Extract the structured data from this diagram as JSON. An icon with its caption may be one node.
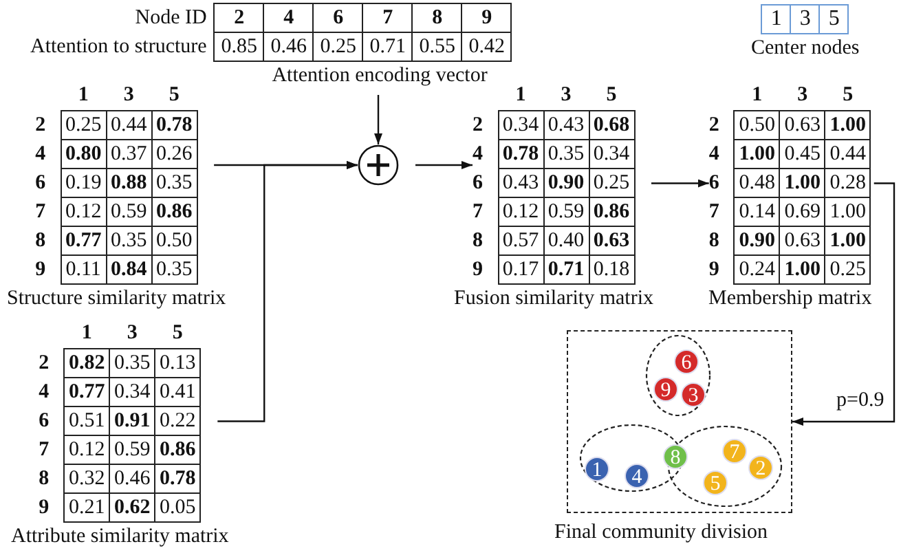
{
  "diagram": {
    "nodes": [
      {
        "text": [
          "Node ID",
          "2",
          "4",
          "6",
          "7",
          "8",
          "9",
          "Attention to structure",
          "0.85",
          "0.46",
          "0.25",
          "0.71",
          "0.55",
          "0.42",
          "Attention encoding vector"
        ]
      },
      {
        "text": [
          "1",
          "3",
          "5",
          "Center nodes"
        ]
      },
      {
        "text": [
          "1",
          "3",
          "5",
          "2",
          "0.25",
          "0.44",
          "**0.78**",
          "4",
          "**0.80**",
          "0.37",
          "0.26",
          "6",
          "0.19",
          "**0.88**",
          "0.35",
          "7",
          "0.12",
          "0.59",
          "**0.86**",
          "8",
          "**0.77**",
          "0.35",
          "0.50",
          "9",
          "0.11",
          "**0.84**",
          "0.35",
          "Structure similarity matrix"
        ]
      },
      {
        "text": [],
        "shape": "circle"
      },
      {
        "text": [
          "1",
          "3",
          "5",
          "2",
          "0.34",
          "0.43",
          "**0.68**",
          "4",
          "**0.78**",
          "0.35",
          "0.34",
          "6",
          "0.43",
          "**0.90**",
          "0.25",
          "7",
          "0.12",
          "0.59",
          "**0.86**",
          "8",
          "0.57",
          "0.40",
          "**0.63**",
          "9",
          "0.17",
          "**0.71**",
          "0.18",
          "Fusion similarity matrix"
        ]
      },
      {
        "text": [
          "1",
          "3",
          "5",
          "2",
          "0.50",
          "0.63",
          "**1.00**",
          "4",
          "**1.00**",
          "0.45",
          "0.44",
          "6",
          "0.48",
          "**1.00**",
          "0.28",
          "7",
          "0.14",
          "0.69",
          "1.00",
          "8",
          "**0.90**",
          "0.63",
          "**1.00**",
          "9",
          "0.24",
          "**1.00**",
          "0.25",
          "Membership matrix"
        ]
      },
      {
        "text": [
          "1",
          "3",
          "5",
          "2",
          "**0.82**",
          "0.35",
          "0.13",
          "4",
          "**0.77**",
          "0.34",
          "0.41",
          "6",
          "0.51",
          "**0.91**",
          "0.22",
          "7",
          "0.12",
          "0.59",
          "**0.86**",
          "8",
          "0.32",
          "0.46",
          "**0.78**",
          "9",
          "0.21",
          "**0.62**",
          "0.05",
          "Attribute similarity matrix"
        ]
      },
      {
        "text": [
          "Final community division"
        ]
      },
      {
        "text": [],
        "shape": "ellipse",
        "in": 7
      },
      {
        "text": [
          "6"
        ],
        "in": 8
      },
      {
        "text": [
          "9"
        ],
        "in": 8
      },
      {
        "text": [
          "3"
        ],
        "in": 8
      },
      {
        "text": [],
        "shape": "ellipse",
        "in": 7
      },
      {
        "text": [],
        "shape": "ellipse",
        "in": 7
      },
      {
        "text": [
          "1"
        ],
        "in": 12
      },
      {
        "text": [
          "4"
        ],
        "in": 12
      },
      {
        "text": [
          "8"
        ],
        "in": 7
      },
      {
        "text": [
          "7"
        ],
        "in": 13
      },
      {
        "text": [
          "2"
        ],
        "in": 13
      },
      {
        "text": [
          "5"
        ],
        "in": 13
      }
    ],
    "edges": [
      {
        "from": 0,
        "to": 3,
        "arrow": "to"
      },
      {
        "from": 2,
        "to": 3,
        "arrow": "to"
      },
      {
        "from": 6,
        "to": 3,
        "arrow": "to"
      },
      {
        "from": 3,
        "to": 4,
        "arrow": "to"
      },
      {
        "from": 4,
        "to": 5,
        "arrow": "to"
      },
      {
        "from": 5,
        "to": 7,
        "label": "p=0.9",
        "arrow": "to"
      }
    ]
  }
}
